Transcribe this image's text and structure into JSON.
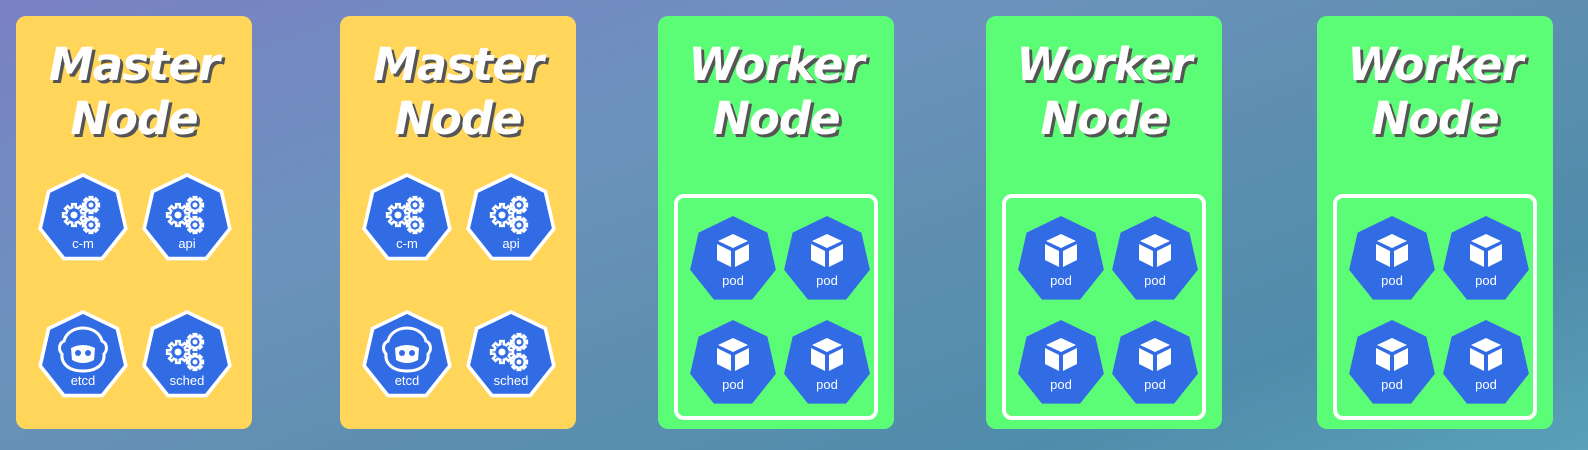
{
  "nodes": [
    {
      "title_1": "Master",
      "title_2": "Node",
      "components": [
        {
          "label": "c-m",
          "icon": "gears-icon"
        },
        {
          "label": "api",
          "icon": "gears-icon"
        },
        {
          "label": "etcd",
          "icon": "etcd-icon"
        },
        {
          "label": "sched",
          "icon": "gears-icon"
        }
      ]
    },
    {
      "title_1": "Master",
      "title_2": "Node",
      "components": [
        {
          "label": "c-m",
          "icon": "gears-icon"
        },
        {
          "label": "api",
          "icon": "gears-icon"
        },
        {
          "label": "etcd",
          "icon": "etcd-icon"
        },
        {
          "label": "sched",
          "icon": "gears-icon"
        }
      ]
    },
    {
      "title_1": "Worker",
      "title_2": "Node",
      "pods": [
        "pod",
        "pod",
        "pod",
        "pod"
      ]
    },
    {
      "title_1": "Worker",
      "title_2": "Node",
      "pods": [
        "pod",
        "pod",
        "pod",
        "pod"
      ]
    },
    {
      "title_1": "Worker",
      "title_2": "Node",
      "pods": [
        "pod",
        "pod",
        "pod",
        "pod"
      ]
    }
  ],
  "colors": {
    "master": "#ffd55a",
    "worker": "#5cfd76",
    "k8s_blue": "#326ce5"
  }
}
